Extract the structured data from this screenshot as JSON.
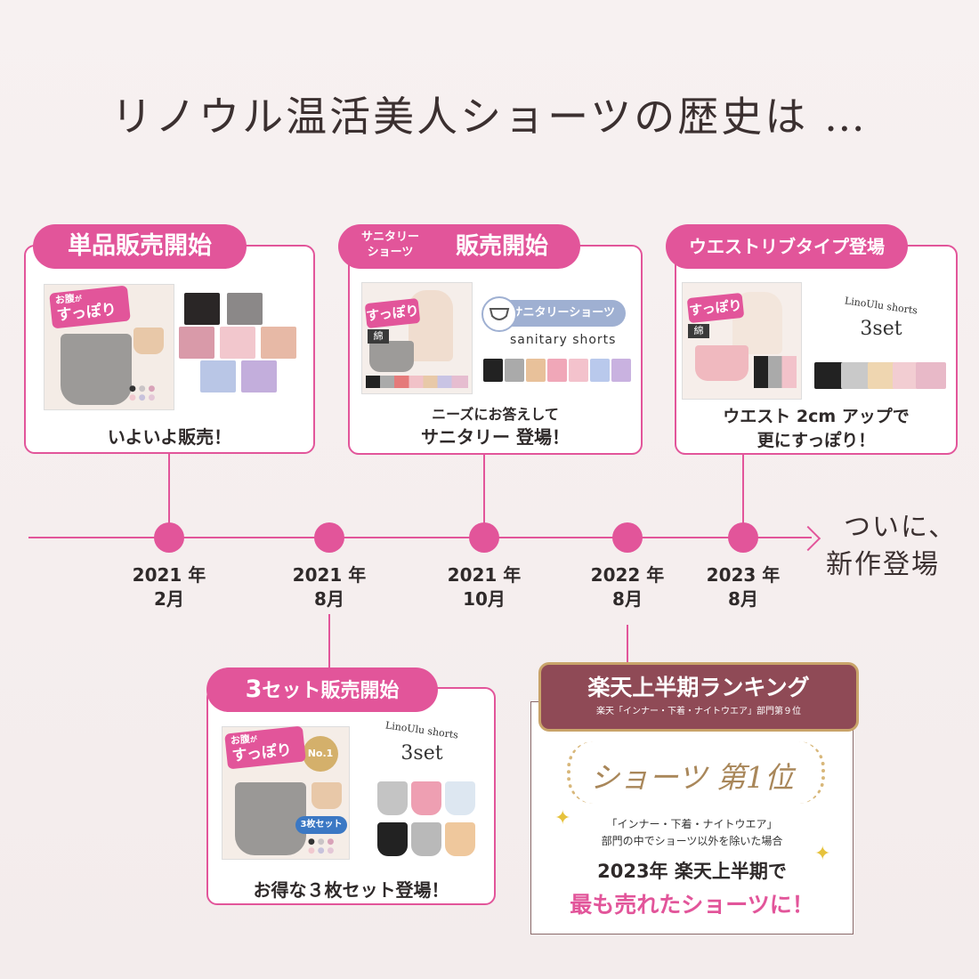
{
  "title": "リノウル温活美人ショーツの歴史は …",
  "cards": {
    "single": {
      "label": "単品販売開始",
      "badge_l1": "お腹",
      "badge_sup": "が",
      "badge_l2": "すっぽり",
      "caption": "いよいよ販売！"
    },
    "sanitary": {
      "label_small_1": "サニタリー",
      "label_small_2": "ショーツ",
      "label": "販売開始",
      "photo_text": "すっぽり",
      "tag": "サニタリーショーツ",
      "tag_en": "sanitary shorts",
      "caption_1": "ニーズにお答えして",
      "caption_2": "サニタリー 登場！",
      "badge_cotton": "綿"
    },
    "waist": {
      "label": "ウエストリブタイプ登場",
      "photo_text": "すっぽり",
      "badge_cotton": "綿",
      "brand": "LinoUlu shorts",
      "set": "3set",
      "caption_1": "ウエスト 2cm アップで",
      "caption_2": "更にすっぽり！"
    },
    "set3": {
      "label_num": "3",
      "label": "セット販売開始",
      "badge_l1": "お腹",
      "badge_sup": "が",
      "badge_l2": "すっぽり",
      "no1": "No.1",
      "set_badge": "3枚セット",
      "brand": "LinoUlu shorts",
      "set": "3set",
      "caption": "お得な３枚セット登場！"
    },
    "ranking": {
      "banner": "楽天上半期ランキング",
      "sub": "楽天「インナー・下着・ナイトウエア」部門第９位",
      "award": "ショーツ 第1位",
      "note_1": "「インナー・下着・ナイトウエア」",
      "note_2": "部門の中でショーツ以外を除いた場合",
      "line_1": "2023年 楽天上半期で",
      "line_2": "最も売れたショーツに！"
    }
  },
  "timeline": [
    {
      "year": "2021 年",
      "month": "2月"
    },
    {
      "year": "2021 年",
      "month": "8月"
    },
    {
      "year": "2021 年",
      "month": "10月"
    },
    {
      "year": "2022 年",
      "month": "8月"
    },
    {
      "year": "2023 年",
      "month": "8月"
    }
  ],
  "final": {
    "line_1": "ついに、",
    "line_2": "新作登場"
  },
  "colors": {
    "accent": "#e2559a",
    "banner": "#8f4a56",
    "gold": "#c9a46a"
  }
}
